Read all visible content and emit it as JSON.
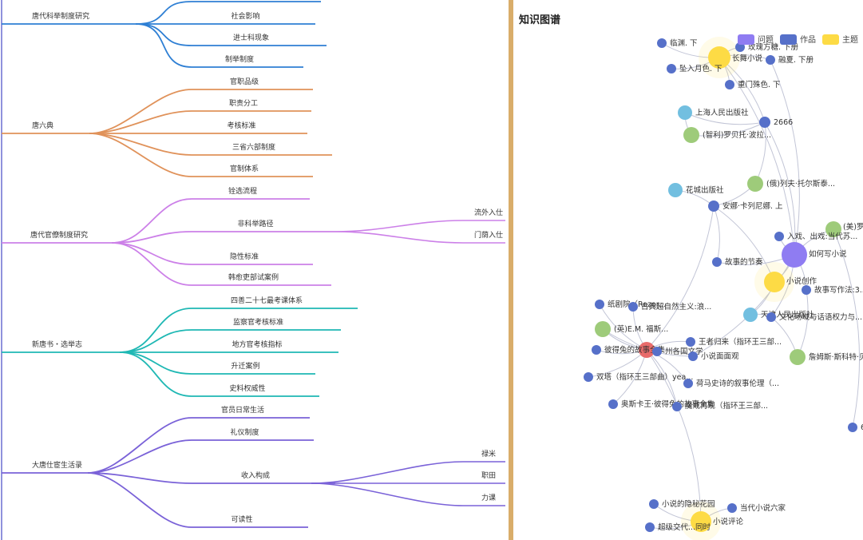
{
  "mindmap": {
    "branches": [
      {
        "label": "唐代科举制度研究",
        "color": "#2e7fd4",
        "children": [
          {
            "label": ""
          },
          {
            "label": "社会影响"
          },
          {
            "label": "进士科现象"
          },
          {
            "label": "制举制度"
          }
        ]
      },
      {
        "label": "唐六典",
        "color": "#e0925a",
        "children": [
          {
            "label": "官职品级"
          },
          {
            "label": "职责分工"
          },
          {
            "label": "考核标准"
          },
          {
            "label": "三省六部制度"
          },
          {
            "label": "官制体系"
          }
        ]
      },
      {
        "label": "唐代官僚制度研究",
        "color": "#cc80e8",
        "children": [
          {
            "label": "铨选流程"
          },
          {
            "label": "非科举路径",
            "children": [
              {
                "label": "流外入仕"
              },
              {
                "label": "门荫入仕"
              }
            ]
          },
          {
            "label": "隐性标准"
          },
          {
            "label": "韩愈吏部试案例"
          }
        ]
      },
      {
        "label": "新唐书・选举志",
        "color": "#1fb8b4",
        "children": [
          {
            "label": "四善二十七最考课体系"
          },
          {
            "label": "监察官考核标准"
          },
          {
            "label": "地方官考核指标"
          },
          {
            "label": "升迁案例"
          },
          {
            "label": "史料权威性"
          }
        ]
      },
      {
        "label": "大唐仕宦生活录",
        "color": "#7a62d8",
        "children": [
          {
            "label": "官员日常生活"
          },
          {
            "label": "礼仪制度"
          },
          {
            "label": "收入构成",
            "children": [
              {
                "label": "禄米"
              },
              {
                "label": "职田"
              },
              {
                "label": "力课"
              }
            ]
          },
          {
            "label": "可读性"
          }
        ]
      }
    ]
  },
  "graph": {
    "title": "知识图谱",
    "legend": [
      {
        "label": "问题",
        "color": "#8f7cf2"
      },
      {
        "label": "作品",
        "color": "#5670c9"
      },
      {
        "label": "主题",
        "color": "#fddb45"
      }
    ],
    "colors": {
      "problem": "#8f7cf2",
      "work": "#5670c9",
      "theme": "#fddb45",
      "person": "#9ecb7a",
      "publisher": "#72bfe0",
      "hub": "#e86b6b",
      "edge": "#c2c5d6"
    },
    "nodes": [
      {
        "id": "linyuan",
        "label": "临渊. 下",
        "type": "work"
      },
      {
        "id": "meigui",
        "label": "玫瑰方糖. 下册",
        "type": "work"
      },
      {
        "id": "changwu",
        "label": "长舞小说",
        "type": "theme"
      },
      {
        "id": "zhuiru",
        "label": "坠入月色. 下",
        "type": "work"
      },
      {
        "id": "rongxia",
        "label": "融夏. 下册",
        "type": "work"
      },
      {
        "id": "chongmen",
        "label": "重门殊色. 下",
        "type": "work"
      },
      {
        "id": "shanghai",
        "label": "上海人民出版社",
        "type": "publisher"
      },
      {
        "id": "n2666",
        "label": "2666",
        "type": "work"
      },
      {
        "id": "luobei",
        "label": "(智利)罗贝托·波拉...",
        "type": "person"
      },
      {
        "id": "tuoer",
        "label": "(俄)列夫·托尔斯泰...",
        "type": "person"
      },
      {
        "id": "huacheng",
        "label": "花城出版社",
        "type": "publisher"
      },
      {
        "id": "anna",
        "label": "安娜·卡列尼娜. 上",
        "type": "work"
      },
      {
        "id": "meiguo",
        "label": "(美)罗...",
        "type": "person"
      },
      {
        "id": "ruxi",
        "label": "入戏、出戏:当代苏...",
        "type": "work"
      },
      {
        "id": "jiezou",
        "label": "故事的节奏",
        "type": "work"
      },
      {
        "id": "ruhe",
        "label": "如何写小说",
        "type": "problem"
      },
      {
        "id": "chuangzuo",
        "label": "小说创作",
        "type": "theme"
      },
      {
        "id": "xiefa",
        "label": "故事写作法:3...",
        "type": "work"
      },
      {
        "id": "zhiju",
        "label": "纸剧院（Rozor...",
        "type": "work"
      },
      {
        "id": "chaoziran",
        "label": "古典超自然主义:浪...",
        "type": "work"
      },
      {
        "id": "tianjin",
        "label": "天津人民出版社",
        "type": "publisher"
      },
      {
        "id": "wenhua",
        "label": "文化场域与话语权力与...",
        "type": "work"
      },
      {
        "id": "fosite",
        "label": "(英)E.M. 福斯...",
        "type": "person"
      },
      {
        "id": "hub",
        "label": "",
        "type": "hub"
      },
      {
        "id": "wangzhe",
        "label": "王者归来（指环王三部...",
        "type": "work"
      },
      {
        "id": "bide",
        "label": "彼得兔的故事全集",
        "type": "work"
      },
      {
        "id": "gejuo",
        "label": "州各国文学",
        "type": "work"
      },
      {
        "id": "mianmian",
        "label": "小说面面观",
        "type": "work"
      },
      {
        "id": "zhanmusi",
        "label": "詹姆斯·斯科特·贝...",
        "type": "person"
      },
      {
        "id": "shuangta",
        "label": "双塔（指环王三部曲）yea...",
        "type": "work"
      },
      {
        "id": "heshi",
        "label": "荷马史诗的叙事伦理（...",
        "type": "work"
      },
      {
        "id": "aosi",
        "label": "奥斯卡王·彼得兔的故事全集",
        "type": "work"
      },
      {
        "id": "huanhuan",
        "label": "魔戒再现（指环王三部...",
        "type": "work"
      },
      {
        "id": "yinmi",
        "label": "小说的隐秘花园",
        "type": "work"
      },
      {
        "id": "dangdai",
        "label": "当代小说六家",
        "type": "work"
      },
      {
        "id": "pinglun",
        "label": "小说评论",
        "type": "theme"
      },
      {
        "id": "bottom1",
        "label": "超级交代...同时",
        "type": "work"
      },
      {
        "id": "edge6",
        "label": "6",
        "type": "work"
      }
    ]
  }
}
